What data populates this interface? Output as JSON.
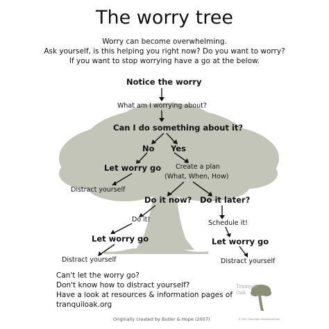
{
  "title": "The worry tree",
  "intro": [
    "Worry can become overwhelming.",
    "Ask yourself, is this helping you right now? Do you want to worry?",
    "If you want to stop worrying have a go at the below."
  ],
  "nodes": {
    "notice": "Notice the worry",
    "what": "What am I worrying about?",
    "can_i": "Can I do something about it?",
    "no": "No",
    "yes": "Yes",
    "let_go_1": "Let worry go",
    "plan_1": "Create a plan",
    "plan_2": "(What, When, How)",
    "distract_1": "Distract yourself",
    "do_now": "Do it now?",
    "do_later": "Do it later?",
    "do_it": "Do it!",
    "schedule": "Schedule it!",
    "let_go_2": "Let worry go",
    "let_go_3": "Let worry go",
    "distract_2": "Distract yourself",
    "distract_3": "Distract yourself"
  },
  "footer": [
    "Can't let the worry go?",
    "Don't know how to distract yourself?",
    "Have a look at resources & information pages of",
    "tranquiloak.org"
  ],
  "credit": "Originally created by Butler & Hope (2007)",
  "brand": {
    "line1": "Tranquil",
    "line2": "Oak",
    "copyright": "© 2021 Copyright tranquiloak.org"
  },
  "colors": {
    "tree": "#c2c5b8",
    "text": "#111111",
    "arrow": "#111111"
  }
}
